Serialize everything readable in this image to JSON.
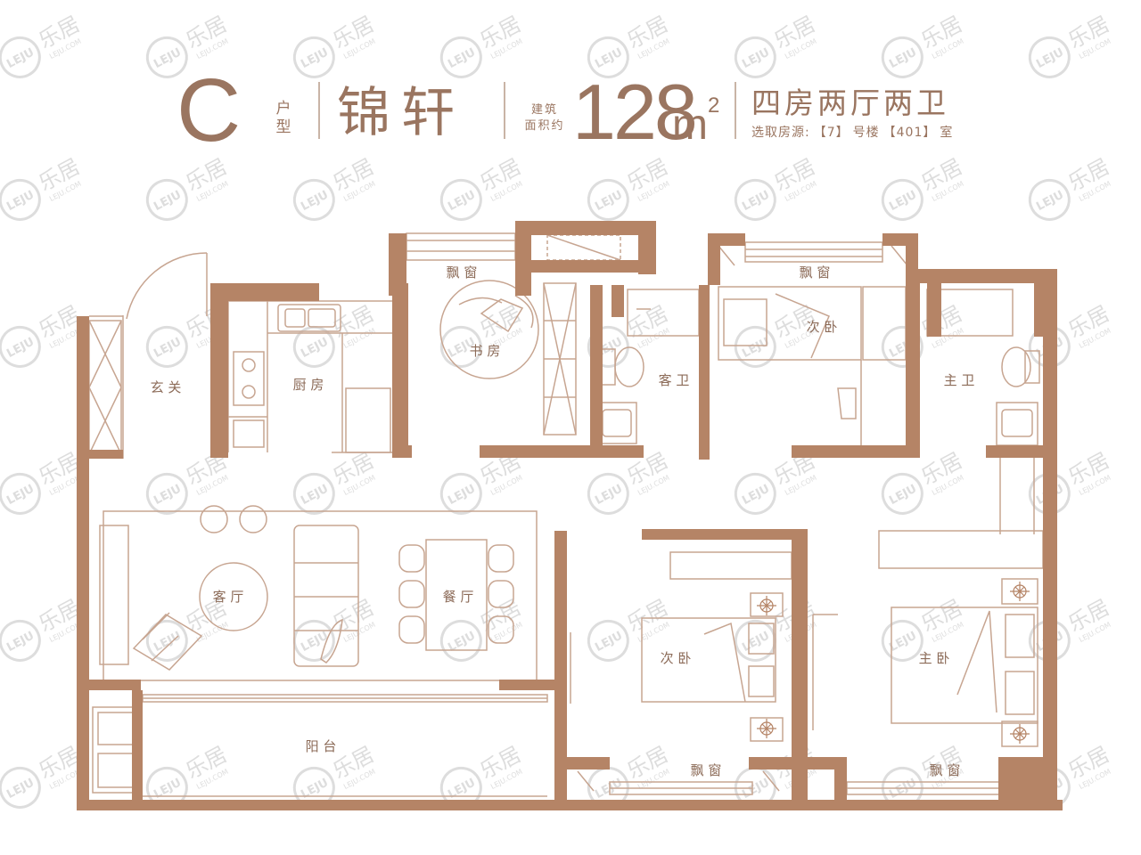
{
  "header": {
    "type_letter": "C",
    "type_label_1": "户",
    "type_label_2": "型",
    "name": "锦轩",
    "area_label_1": "建筑",
    "area_label_2": "面积约",
    "area_value": "128",
    "area_unit": "m",
    "area_unit_sup": "2",
    "layout": "四房两厅两卫",
    "source_prefix": "选取房源:",
    "source_building": "【7】",
    "source_building_label": "号楼",
    "source_room": "【401】",
    "source_room_label": "室"
  },
  "rooms": {
    "foyer": "玄 关",
    "kitchen": "厨 房",
    "study": "书 房",
    "guest_bath": "客 卫",
    "second_bedroom_top": "次 卧",
    "master_bath": "主 卫",
    "living_room": "客 厅",
    "dining_room": "餐 厅",
    "second_bedroom_bottom": "次 卧",
    "master_bedroom": "主 卧",
    "balcony": "阳 台",
    "bay_window_study": "飘 窗",
    "bay_window_second_top": "飘 窗",
    "bay_window_second_bottom": "飘 窗",
    "bay_window_master": "飘 窗"
  },
  "watermark": {
    "badge": "LEJU",
    "title": "乐居",
    "subtitle": "LEJU.COM"
  },
  "colors": {
    "wall": "#b58466",
    "line": "#c7a591",
    "text": "#9a7560",
    "watermark": "#dddddd"
  }
}
